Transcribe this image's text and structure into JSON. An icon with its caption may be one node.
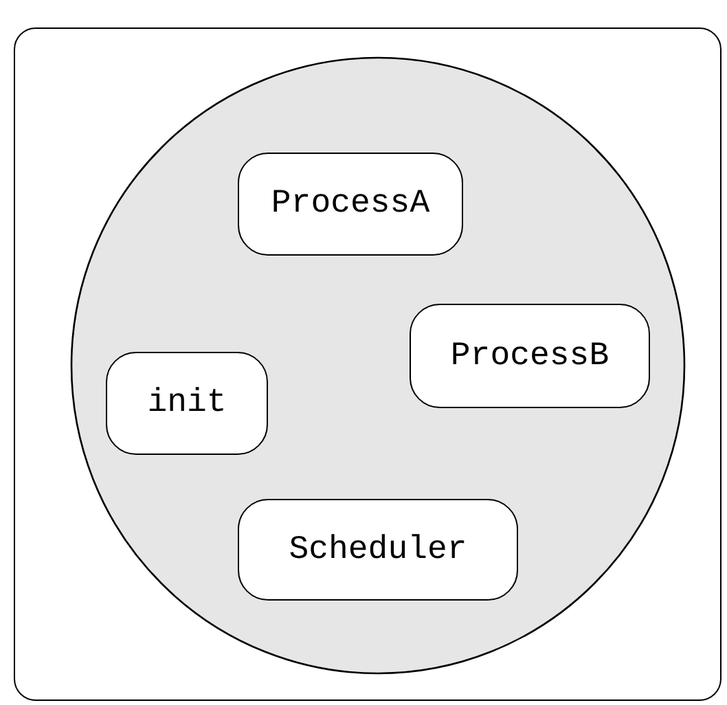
{
  "diagram": {
    "nodes": [
      {
        "text": [],
        "shape": "box"
      },
      {
        "text": [],
        "shape": "circle",
        "in": 0
      },
      {
        "text": [
          "ProcessA"
        ],
        "in": 1
      },
      {
        "text": [
          "ProcessB"
        ],
        "in": 1
      },
      {
        "text": [
          "init"
        ],
        "in": 1
      },
      {
        "text": [
          "Scheduler"
        ],
        "in": 1
      }
    ]
  }
}
